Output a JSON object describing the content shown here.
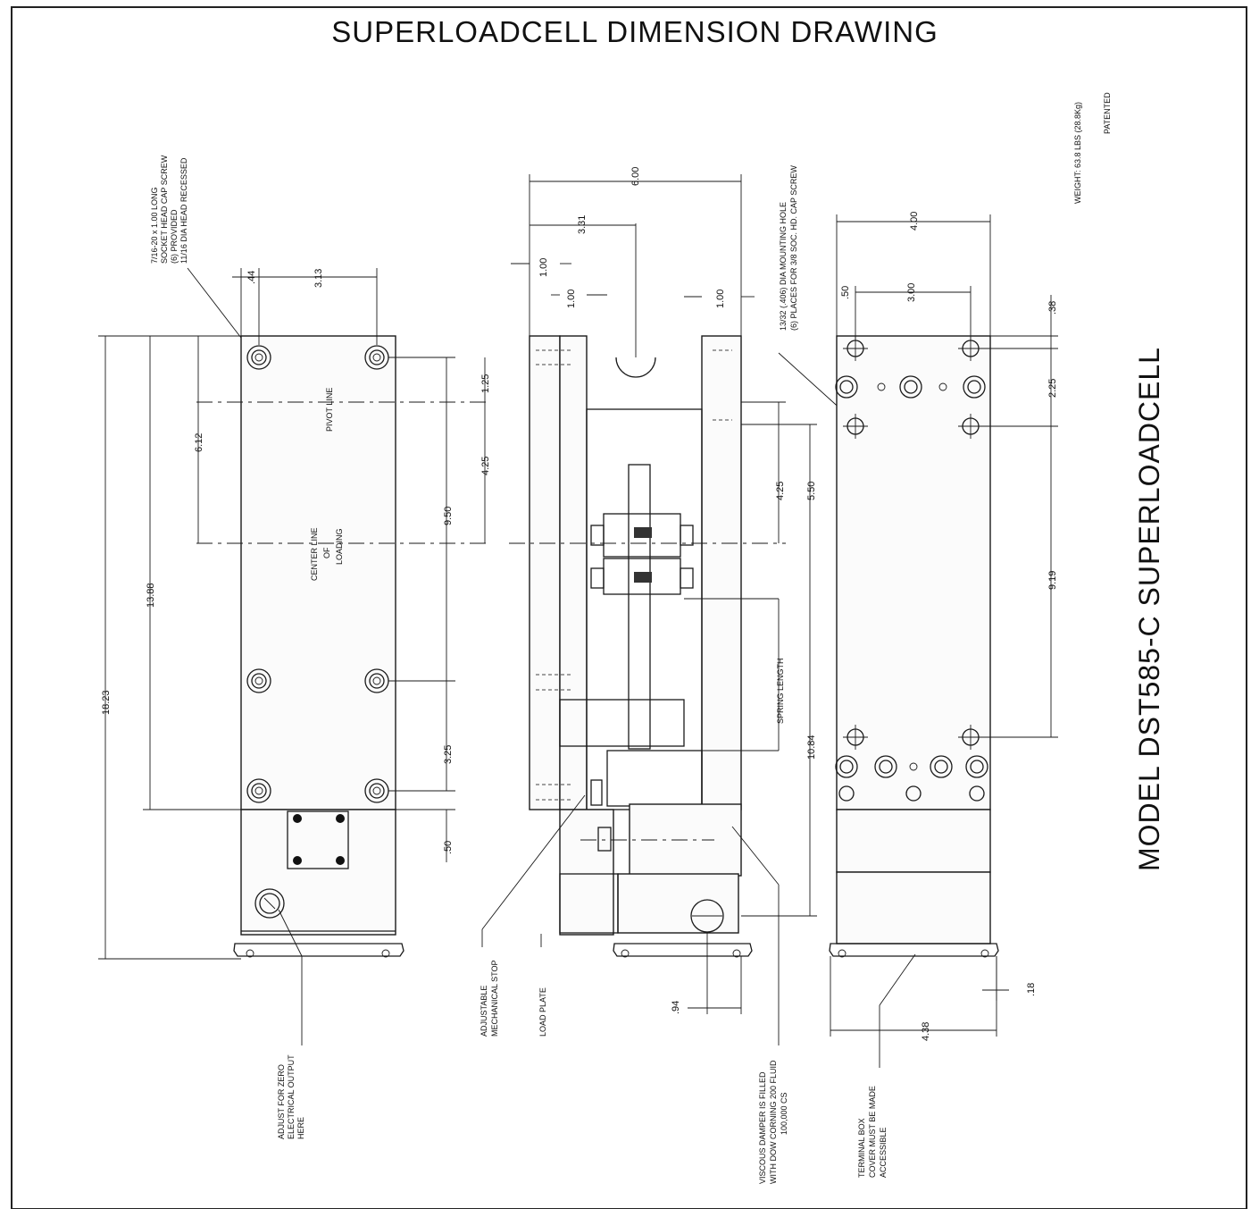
{
  "title": "SUPERLOADCELL DIMENSION DRAWING",
  "model": "MODEL DST585-C SUPERLOADCELL",
  "header_notes": {
    "weight": "WEIGHT: 63.8 LBS (28.8Kg)",
    "patented": "PATENTED"
  },
  "left_view": {
    "screw_note": [
      "7/16-20 x 1.00 LONG",
      "SOCKET HEAD CAP SCREW",
      "(6) PROVIDED",
      "11/16 DIA HEAD RECESSED"
    ],
    "labels": {
      "pivot_line": "PIVOT LINE",
      "center_line": [
        "CENTER LINE",
        "OF",
        "LOADING"
      ],
      "adjust_note": [
        "ADJUST FOR ZERO",
        "ELECTRICAL OUTPUT",
        "HERE"
      ]
    },
    "dims": {
      "d_44": ".44",
      "d_313": "3.13",
      "d_612": "6.12",
      "d_1388": "13.88",
      "d_1823": "18.23",
      "d_125": "1.25",
      "d_425": "4.25",
      "d_950": "9.50",
      "d_325": "3.25",
      "d_50": ".50"
    }
  },
  "middle_view": {
    "labels": {
      "spring_length": "SPRING LENGTH",
      "adjustable_stop": [
        "ADJUSTABLE",
        "MECHANICAL STOP"
      ],
      "load_plate": "LOAD PLATE",
      "damper_note": [
        "VISCOUS DAMPER IS FILLED",
        "WITH DOW CORNING 200 FLUID",
        "100,000 CS"
      ],
      "mount_note": [
        "13/32 (.406) DIA MOUNTING HOLE",
        "(6) PLACES FOR 3/8 SOC. HD. CAP SCREW"
      ]
    },
    "dims": {
      "d_600": "6.00",
      "d_331": "3.31",
      "d_100a": "1.00",
      "d_100b": "1.00",
      "d_100c": "1.00",
      "d_425": "4.25",
      "d_550": "5.50",
      "d_1084": "10.84",
      "d_94": ".94"
    }
  },
  "right_view": {
    "labels": {
      "terminal_note": [
        "TERMINAL BOX",
        "COVER MUST BE MADE",
        "ACCESSIBLE"
      ]
    },
    "dims": {
      "d_400": "4.00",
      "d_300": "3.00",
      "d_50": ".50",
      "d_38": ".38",
      "d_225": "2.25",
      "d_919": "9.19",
      "d_438": "4.38",
      "d_18": ".18"
    }
  }
}
